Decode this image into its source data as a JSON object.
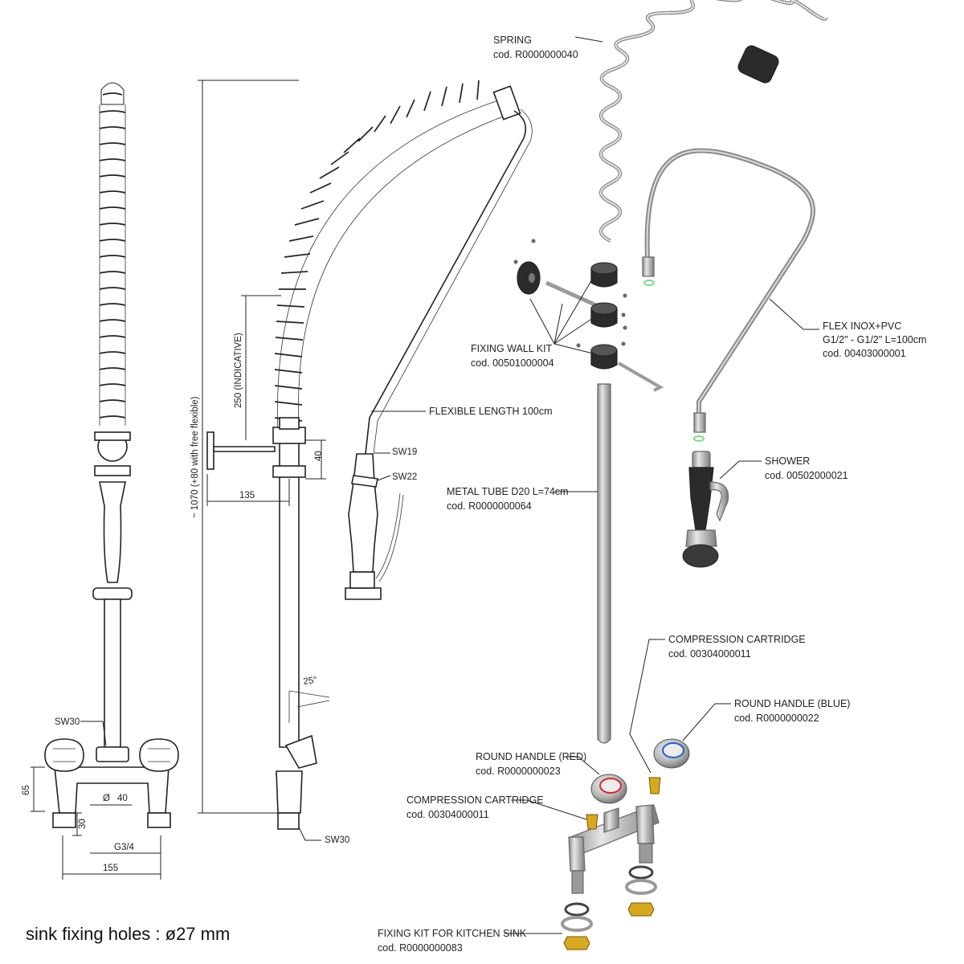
{
  "drawing": {
    "bottom_note": "sink fixing holes : ø27 mm"
  },
  "dimensions": {
    "height_total": "~ 1070 (+80 with free flexible)",
    "spring_indicative": "250 (INDICATIVE)",
    "wall_offset": "135",
    "bracket_spacing": "40",
    "angle": "25°",
    "deck_height": "65",
    "diameter": "40",
    "diameter_symbol": "Ø",
    "shank_length": "30",
    "thread": "G3/4",
    "centers": "155"
  },
  "wrench_sizes": {
    "sw30_front": "SW30",
    "sw19": "SW19",
    "sw22": "SW22",
    "sw30_side": "SW30"
  },
  "side_labels": {
    "flexible_length": "FLEXIBLE LENGTH 100cm"
  },
  "parts": [
    {
      "name": "SPRING",
      "code": "cod. R0000000040"
    },
    {
      "name": "FIXING WALL KIT",
      "code": "cod. 00501000004"
    },
    {
      "name": "FLEX INOX+PVC",
      "spec": "G1/2\" - G1/2\" L=100cm",
      "code": "cod. 00403000001"
    },
    {
      "name": "SHOWER",
      "code": "cod. 00502000021"
    },
    {
      "name": "METAL TUBE D20 L=74cm",
      "code": "cod. R0000000064"
    },
    {
      "name": "COMPRESSION CARTRIDGE",
      "code": "cod. 00304000011"
    },
    {
      "name": "ROUND HANDLE (BLUE)",
      "code": "cod. R0000000022"
    },
    {
      "name": "ROUND HANDLE (RED)",
      "code": "cod. R0000000023"
    },
    {
      "name": "COMPRESSION CARTRIDGE",
      "code": "cod. 00304000011"
    },
    {
      "name": "FIXING KIT FOR KITCHEN SINK",
      "code": "cod. R0000000083"
    }
  ],
  "colors": {
    "line": "#222222",
    "chrome": "#b9b9b9",
    "rubber": "#2b2b2b",
    "brass": "#d7a820",
    "handle_red": "#d9262c",
    "handle_blue": "#1f5fd0",
    "washer_green": "#7bdc8a"
  }
}
